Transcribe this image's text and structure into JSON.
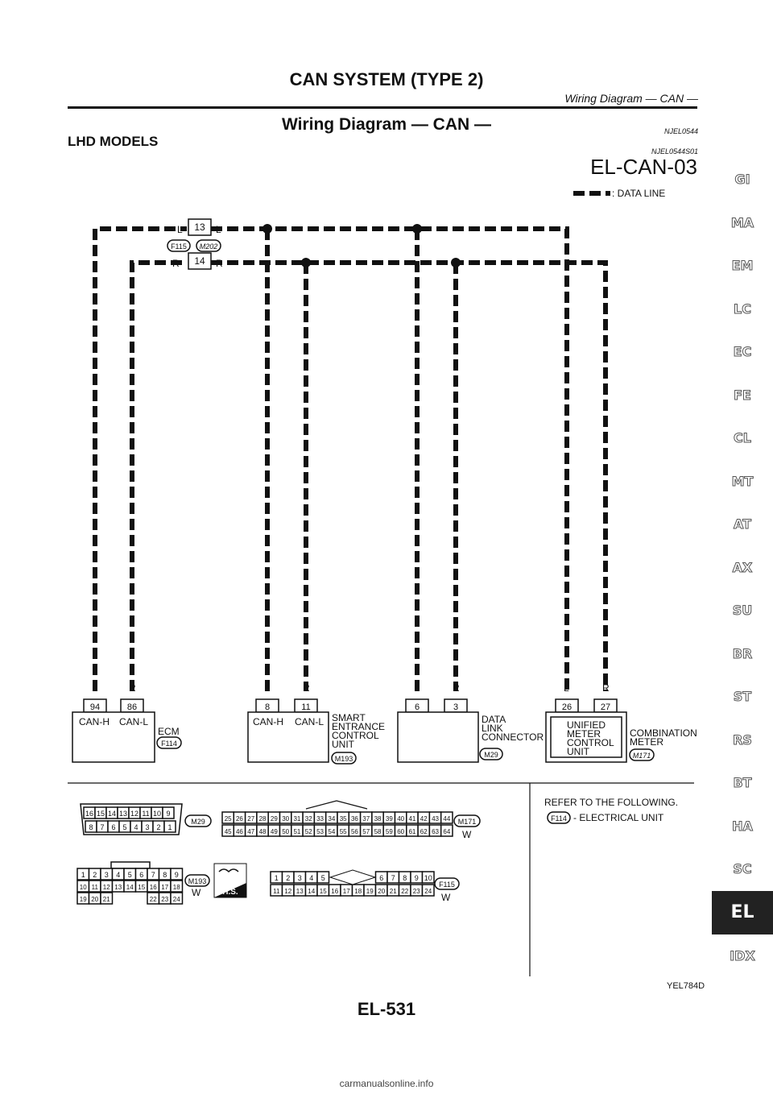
{
  "header": {
    "title": "CAN SYSTEM (TYPE 2)",
    "subtitle": "Wiring Diagram — CAN —"
  },
  "section": {
    "title": "Wiring Diagram — CAN —",
    "code": "NJEL0544",
    "subsection": "LHD MODELS",
    "subsection_code": "NJEL0544S01",
    "diagram_code": "EL-CAN-03"
  },
  "legend": {
    "label": ": DATA LINE"
  },
  "connector_splice": {
    "top_pin": "13",
    "bottom_pin": "14",
    "left_label": "F115",
    "right_label": "M202",
    "top_color_left": "L",
    "top_color_right": "L",
    "bottom_color_left": "R",
    "bottom_color_right": "R"
  },
  "units": [
    {
      "pins": [
        "94",
        "86"
      ],
      "colors": [
        "L",
        "R"
      ],
      "terms": [
        "CAN-H",
        "CAN-L"
      ],
      "name": "ECM",
      "connector": "F114"
    },
    {
      "pins": [
        "8",
        "11"
      ],
      "colors": [
        "L",
        "R"
      ],
      "terms": [
        "CAN-H",
        "CAN-L"
      ],
      "name": "SMART\nENTRANCE\nCONTROL\nUNIT",
      "connector": "M193"
    },
    {
      "pins": [
        "6",
        "3"
      ],
      "colors": [
        "L",
        "R"
      ],
      "terms": [
        "",
        ""
      ],
      "name": "DATA\nLINK\nCONNECTOR",
      "connector": "M29"
    },
    {
      "pins": [
        "26",
        "27"
      ],
      "colors": [
        "L",
        "R"
      ],
      "terms": [
        "",
        ""
      ],
      "name": "COMBINATION\nMETER",
      "inner": "UNIFIED\nMETER\nCONTROL\nUNIT",
      "connector": "M171"
    }
  ],
  "connectors": {
    "m29": {
      "id": "M29",
      "row1": [
        "16",
        "15",
        "14",
        "13",
        "12",
        "11",
        "10",
        "9"
      ],
      "row2": [
        "8",
        "7",
        "6",
        "5",
        "4",
        "3",
        "2",
        "1"
      ]
    },
    "m171": {
      "id": "M171",
      "color": "W",
      "row1": [
        "25",
        "26",
        "27",
        "28",
        "29",
        "30",
        "31",
        "32",
        "33",
        "34",
        "35",
        "36",
        "37",
        "38",
        "39",
        "40",
        "41",
        "42",
        "43",
        "44"
      ],
      "row2": [
        "45",
        "46",
        "47",
        "48",
        "49",
        "50",
        "51",
        "52",
        "53",
        "54",
        "55",
        "56",
        "57",
        "58",
        "59",
        "60",
        "61",
        "62",
        "63",
        "64"
      ]
    },
    "m193": {
      "id": "M193",
      "color": "W",
      "row1": [
        "1",
        "2",
        "3",
        "4",
        "5",
        "6",
        "7",
        "8",
        "9"
      ],
      "row2": [
        "10",
        "11",
        "12",
        "13",
        "14",
        "15",
        "16",
        "17",
        "18"
      ],
      "row3": [
        "19",
        "20",
        "21",
        "22",
        "23",
        "24"
      ]
    },
    "f115": {
      "id": "F115",
      "color": "W",
      "row1": [
        "1",
        "2",
        "3",
        "4",
        "5",
        "6",
        "7",
        "8",
        "9",
        "10"
      ],
      "row2": [
        "11",
        "12",
        "13",
        "14",
        "15",
        "16",
        "17",
        "18",
        "19",
        "20",
        "21",
        "22",
        "23",
        "24"
      ]
    },
    "hs": "H.S."
  },
  "refer": {
    "title": "REFER TO THE FOLLOWING.",
    "item_code": "F114",
    "item_text": "- ELECTRICAL UNIT"
  },
  "figure_code": "YEL784D",
  "page_number": "EL-531",
  "sidebar": {
    "tabs": [
      "GI",
      "MA",
      "EM",
      "LC",
      "EC",
      "FE",
      "CL",
      "MT",
      "AT",
      "AX",
      "SU",
      "BR",
      "ST",
      "RS",
      "BT",
      "HA",
      "SC",
      "EL",
      "IDX"
    ],
    "active": "EL"
  },
  "footer": "carmanualsonline.info"
}
